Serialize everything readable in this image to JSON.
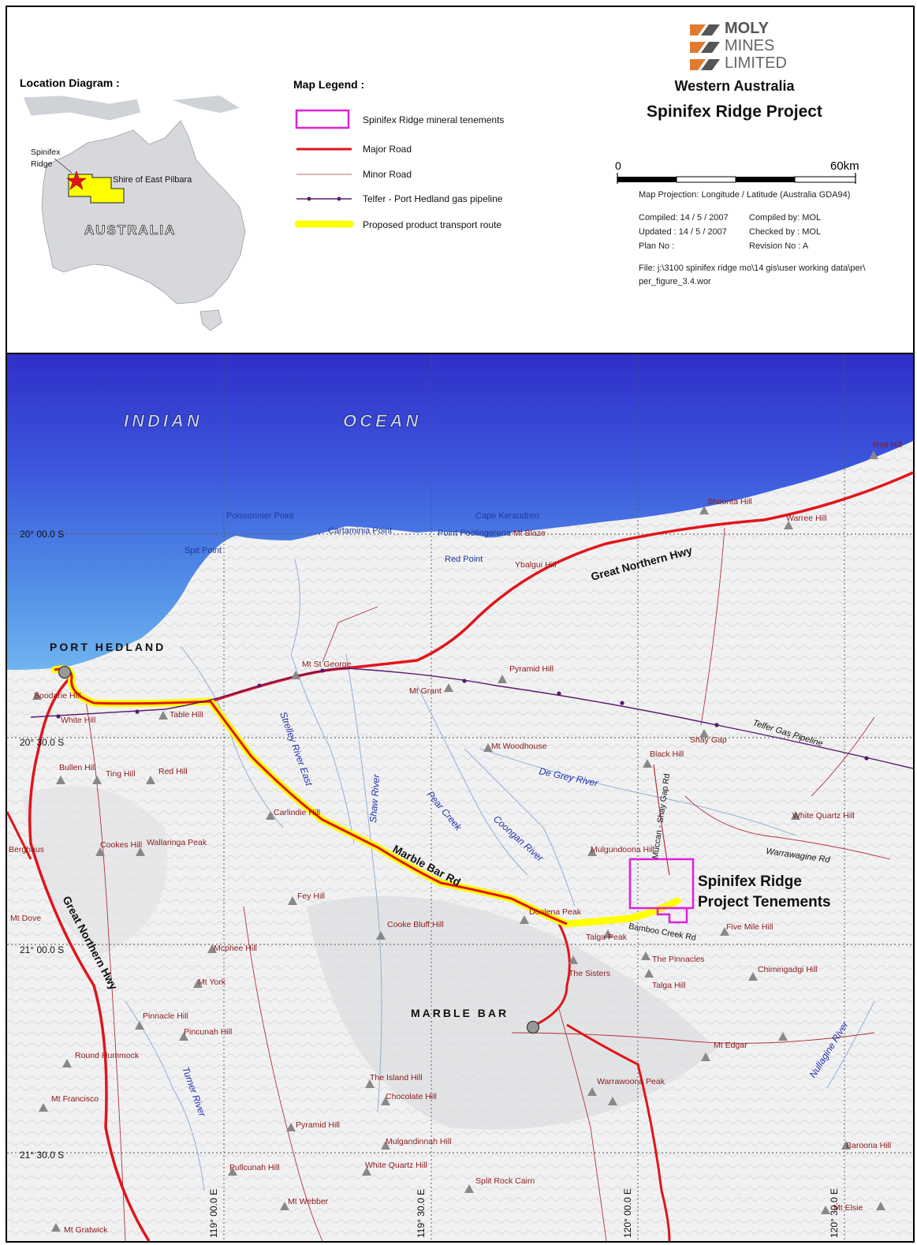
{
  "logo": {
    "line1": "MOLY",
    "line2": "MINES",
    "line3": "LIMITED",
    "brand_color": "#e07a2e"
  },
  "header": {
    "region": "Western Australia",
    "project": "Spinifex Ridge Project"
  },
  "location_diagram": {
    "title": "Location Diagram :",
    "ridge_label_1": "Spinifex",
    "ridge_label_2": "Ridge",
    "shire_label": "Shire of East Pilbara",
    "country_label": "AUSTRALIA"
  },
  "legend": {
    "title": "Map Legend :",
    "items": [
      {
        "label": "Spinifex Ridge mineral tenements",
        "icon": "magenta-rect"
      },
      {
        "label": "Major Road",
        "icon": "red-thick-line"
      },
      {
        "label": "Minor Road",
        "icon": "red-thin-line"
      },
      {
        "label": "Telfer - Port Hedland gas pipeline",
        "icon": "purple-dotted-line"
      },
      {
        "label": "Proposed product transport route",
        "icon": "yellow-thick-line"
      }
    ]
  },
  "scale_bar": {
    "start": "0",
    "end": "60km"
  },
  "map_info": {
    "projection": "Map Projection: Longitude / Latitude (Australia GDA94)",
    "compiled": "Compiled: 14 / 5 / 2007",
    "updated": "Updated  : 14 / 5 / 2007",
    "plan_no": "Plan No   :",
    "compiled_by": "Compiled by: MOL",
    "checked_by": "Checked by : MOL",
    "revision": "Revision No : A",
    "file_line1": "File: j:\\3100 spinifex ridge mo\\14 gis\\user working data\\per\\",
    "file_line2": "per_figure_3.4.wor"
  },
  "map": {
    "ocean_label_1": "INDIAN",
    "ocean_label_2": "OCEAN",
    "towns": [
      "PORT HEDLAND",
      "MARBLE BAR"
    ],
    "tenement_label_1": "Spinifex Ridge",
    "tenement_label_2": "Project Tenements",
    "roads": [
      "Great Northern Hwy",
      "Marble Bar Rd",
      "Great Northern Hwy",
      "Muccan - Shay Gap Rd",
      "Warrawagine Rd",
      "Bamboo Creek Rd"
    ],
    "pipeline_label": "Telfer Gas Pipeline",
    "rivers": [
      "Strelley River East",
      "Shaw River",
      "Pear Creek",
      "Coongan River",
      "De Grey River",
      "Turner River",
      "Nullagine River"
    ],
    "coastal_features": [
      "Poissonnier Point",
      "Cape Keraudren",
      "Cartaminia Point",
      "Point Poolingerena",
      "Mt Blaze",
      "Spit Point",
      "Red Point",
      "Ybalgui Hill"
    ],
    "hills": [
      "Red Hill",
      "Shoonta Hill",
      "Warree Hill",
      "Mt St George",
      "Pyramid Hill",
      "Mt Grant",
      "Boodarie Hill",
      "Table Hill",
      "White Hill",
      "Mt Woodhouse",
      "Shay Gap",
      "Black Hill",
      "Bullen Hill",
      "Ting Hill",
      "Red Hill",
      "White Quartz Hill",
      "Carlindie Hill",
      "Mulgundoona Hill",
      "Berghaus",
      "Cookes Hill",
      "Wallaringa Peak",
      "Fey Hill",
      "Doolena Peak",
      "Mt Dove",
      "Cooke Bluff Hill",
      "Talga Peak",
      "Five Mile Hill",
      "Mcphee Hill",
      "The Pinnacles",
      "Chimingadgi Hill",
      "The Sisters",
      "Talga Hill",
      "Mt York",
      "Pinnacle Hill",
      "Pincunah Hill",
      "Mt Edgar",
      "Round Hummock",
      "The Island Hill",
      "Warrawoona Peak",
      "Mt Francisco",
      "Chocolate Hill",
      "Pyramid Hill",
      "Mulgandinnah Hill",
      "Baroona Hill",
      "White Quartz Hill",
      "Pullcunah Hill",
      "Split Rock Cairn",
      "Mt Webber",
      "Mt Elsie",
      "Mt Gratwick"
    ],
    "grid_labels": [
      "20° 00.0 S",
      "20° 30.0 S",
      "21° 00.0 S",
      "21° 30.0 S",
      "119° 00.0 E",
      "119° 30.0 E",
      "120° 00.0 E",
      "120° 30.0 E"
    ]
  },
  "colors": {
    "major_road": "#e0151b",
    "minor_road": "#b0343a",
    "pipeline": "#5a1a6e",
    "transport_route": "#ffff00",
    "tenement": "#e020d8",
    "ocean_deep": "#3b45d4",
    "ocean_shallow": "#5aa0ee"
  }
}
